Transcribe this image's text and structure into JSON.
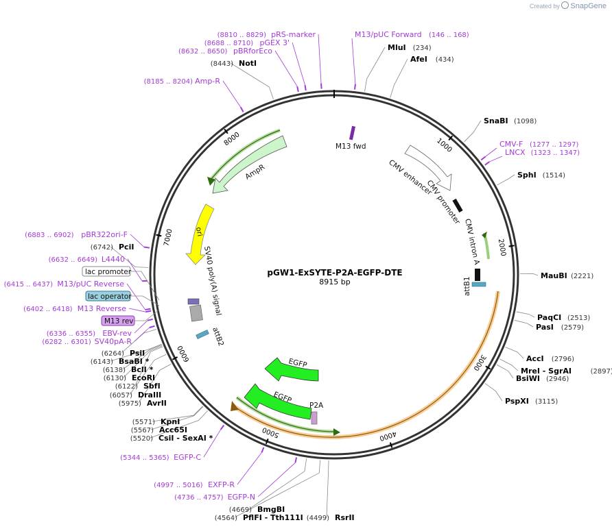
{
  "credit": {
    "created_by": "Created by",
    "brand": "SnapGene"
  },
  "plasmid": {
    "name": "pGW1-ExSYTE-P2A-EGFP-DTE",
    "length": "8915 bp",
    "total_bp": 8915
  },
  "ticks": [
    "1000",
    "2000",
    "3000",
    "4000",
    "5000",
    "6000",
    "7000",
    "8000"
  ],
  "enzymes": [
    {
      "id": "mlui",
      "name": "MluI",
      "pos": "(234)",
      "site": 234
    },
    {
      "id": "afei",
      "name": "AfeI",
      "pos": "(434)",
      "site": 434
    },
    {
      "id": "snabi",
      "name": "SnaBI",
      "pos": "(1098)",
      "site": 1098
    },
    {
      "id": "sphi",
      "name": "SphI",
      "pos": "(1514)",
      "site": 1514
    },
    {
      "id": "maubi",
      "name": "MauBI",
      "pos": "(2221)",
      "site": 2221
    },
    {
      "id": "paqci",
      "name": "PaqCI",
      "pos": "(2513)",
      "site": 2513
    },
    {
      "id": "pasi",
      "name": "PasI",
      "pos": "(2579)",
      "site": 2579
    },
    {
      "id": "acci",
      "name": "AccI",
      "pos": "(2796)",
      "site": 2796
    },
    {
      "id": "mrei",
      "name": "MreI  - SgrAI",
      "pos": "(2897)",
      "site": 2897
    },
    {
      "id": "bsiwi",
      "name": "BsiWI",
      "pos": "(2946)",
      "site": 2946
    },
    {
      "id": "pspxi",
      "name": "PspXI",
      "pos": "(3115)",
      "site": 3115
    },
    {
      "id": "rsrii",
      "name": "RsrII",
      "pos": "(4499)",
      "site": 4499
    },
    {
      "id": "pflfi",
      "name": "PflFI  - Tth111I",
      "pos": "(4564)",
      "site": 4564
    },
    {
      "id": "bmgbi",
      "name": "BmgBI",
      "pos": "(4669)",
      "site": 4669
    },
    {
      "id": "csii",
      "name": "CsiI  - SexAI *",
      "pos": "(5520)",
      "site": 5520
    },
    {
      "id": "acc65i",
      "name": "Acc65I",
      "pos": "(5567)",
      "site": 5567
    },
    {
      "id": "kpni",
      "name": "KpnI",
      "pos": "(5571)",
      "site": 5571
    },
    {
      "id": "avrii",
      "name": "AvrII",
      "pos": "(5975)",
      "site": 5975
    },
    {
      "id": "draiii",
      "name": "DraIII",
      "pos": "(6057)",
      "site": 6057
    },
    {
      "id": "sbfi",
      "name": "SbfI",
      "pos": "(6122)",
      "site": 6122
    },
    {
      "id": "ecori",
      "name": "EcoRI",
      "pos": "(6130)",
      "site": 6130
    },
    {
      "id": "bcli",
      "name": "BclI *",
      "pos": "(6138)",
      "site": 6138
    },
    {
      "id": "bsabi",
      "name": "BsaBI *",
      "pos": "(6143)",
      "site": 6143
    },
    {
      "id": "psii",
      "name": "PsiI",
      "pos": "(6264)",
      "site": 6264
    },
    {
      "id": "pcii",
      "name": "PciI",
      "pos": "(6742)",
      "site": 6742
    },
    {
      "id": "noti",
      "name": "NotI",
      "pos": "(8443)",
      "site": 8443
    }
  ],
  "primers": [
    {
      "id": "m13puc-fwd",
      "name": "M13/pUC Forward",
      "range": "(146 .. 168)",
      "site": 157
    },
    {
      "id": "cmv-f",
      "name": "CMV-F",
      "range": "(1277 .. 1297)",
      "site": 1287
    },
    {
      "id": "lncx",
      "name": "LNCX",
      "range": "(1323 .. 1347)",
      "site": 1335
    },
    {
      "id": "egfp-n",
      "name": "EGFP-N",
      "range": "(4736 .. 4757)",
      "site": 4746
    },
    {
      "id": "exfp-r",
      "name": "EXFP-R",
      "range": "(4997 .. 5016)",
      "site": 5006
    },
    {
      "id": "egfp-c",
      "name": "EGFP-C",
      "range": "(5344 .. 5365)",
      "site": 5354
    },
    {
      "id": "sv40pa-r",
      "name": "SV40pA-R",
      "range": "(6282 .. 6301)",
      "site": 6291
    },
    {
      "id": "ebv-rev",
      "name": "EBV-rev",
      "range": "(6336 .. 6355)",
      "site": 6345
    },
    {
      "id": "m13-reverse",
      "name": "M13 Reverse",
      "range": "(6402 .. 6418)",
      "site": 6410
    },
    {
      "id": "m13puc-reverse",
      "name": "M13/pUC Reverse",
      "range": "(6415 .. 6437)",
      "site": 6426
    },
    {
      "id": "l4440",
      "name": "L4440",
      "range": "(6632 .. 6649)",
      "site": 6640
    },
    {
      "id": "pbr322ori-f",
      "name": "pBR322ori-F",
      "range": "(6883 .. 6902)",
      "site": 6892
    },
    {
      "id": "amp-r",
      "name": "Amp-R",
      "range": "(8185 .. 8204)",
      "site": 8194
    },
    {
      "id": "pbrforeco",
      "name": "pBRforEco",
      "range": "(8632 .. 8650)",
      "site": 8641
    },
    {
      "id": "pgex3",
      "name": "pGEX 3'",
      "range": "(8688 .. 8710)",
      "site": 8699
    },
    {
      "id": "prs-marker",
      "name": "pRS-marker",
      "range": "(8810 .. 8829)",
      "site": 8819
    }
  ],
  "feature_boxes": [
    {
      "id": "lac-promoter",
      "label": "lac promoter",
      "style": "white"
    },
    {
      "id": "lac-operator",
      "label": "lac operator",
      "style": "blue"
    },
    {
      "id": "m13-rev",
      "label": "M13 rev",
      "style": "purple"
    }
  ],
  "features": {
    "m13_fwd": "M13 fwd",
    "cmv_enhancer": "CMV enhancer",
    "cmv_promoter": "CMV promoter",
    "cmv_intron": "CMV intron A",
    "attb1": "attB1",
    "attb2": "attB2",
    "sv40": "SV40 poly(A) signal",
    "ori": "ori",
    "ampr": "AmpR",
    "egfp1": "EGFP",
    "egfp2": "EGFP",
    "p2a": "P2A"
  },
  "colors": {
    "backbone": "#333333",
    "enzyme_text": "#000000",
    "primer": "#a23ad6",
    "egfp": "#22ee22",
    "ori": "#ffff00",
    "ampr": "#ccf5cc",
    "orf_arc": "#f2a33a",
    "orf_fill": "#fce8c4",
    "green_arc": "#59b023",
    "attb": "#5ba7c0"
  }
}
